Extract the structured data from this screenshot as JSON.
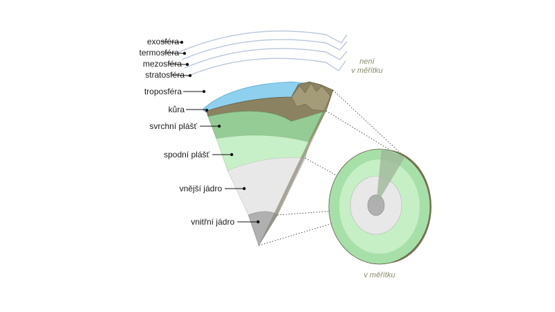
{
  "labels": {
    "exosphere": "exosféra",
    "thermosphere": "termosféra",
    "mesosphere": "mezosféra",
    "stratosphere": "stratosféra",
    "troposphere": "troposféra",
    "crust": "kůra",
    "upper_mantle": "svrchní plášť",
    "lower_mantle": "spodní plášť",
    "outer_core": "vnější jádro",
    "inner_core": "vnitřní jádro"
  },
  "notes": {
    "not_to_scale_line1": "není",
    "not_to_scale_line2": "v měřítku",
    "to_scale": "v měřítku"
  },
  "colors": {
    "atmosphere_lines": "#b8c6dc",
    "troposphere": "#8fd0ee",
    "crust": "#8a8260",
    "upper_mantle": "#95cc96",
    "lower_mantle": "#c8f0c8",
    "outer_core": "#e8e8e8",
    "inner_core": "#b0b0b0",
    "note_text": "#8a8a6a"
  }
}
